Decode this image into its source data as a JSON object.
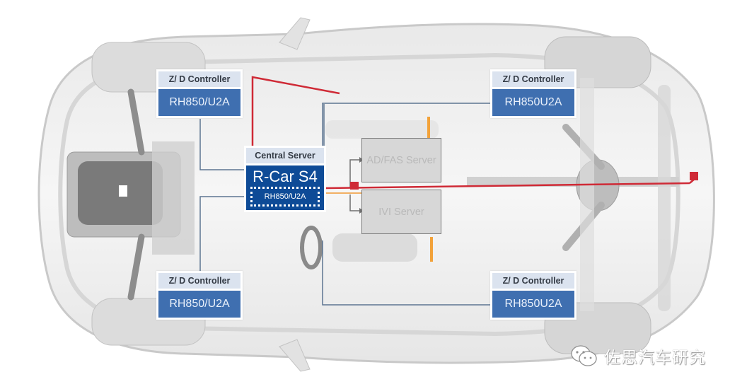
{
  "diagram": {
    "type": "vehicle E/E architecture overlay on transparent car top view",
    "colors": {
      "controller_header": "#dbe3ef",
      "controller_chip": "#3f6fb0",
      "central_soc": "#0e4b97",
      "server_fill": "#d7d7d7",
      "server_text": "#b9b9b9",
      "ethernet_red": "#cf2a36",
      "link_blue_gray": "#5d7591",
      "accent_orange": "#f2a23a"
    }
  },
  "central_server": {
    "header": "Central Server",
    "soc": "R-Car S4",
    "mcu": "RH850/U2A"
  },
  "controllers": [
    {
      "position": "front-left",
      "header": "Z/ D Controller",
      "chip": "RH850/U2A"
    },
    {
      "position": "rear-left",
      "header": "Z/ D Controller",
      "chip": "RH850U2A"
    },
    {
      "position": "front-right",
      "header": "Z/ D Controller",
      "chip": "RH850/U2A"
    },
    {
      "position": "rear-right",
      "header": "Z/ D Controller",
      "chip": "RH850U2A"
    }
  ],
  "servers": [
    {
      "name": "AD/FAS Server"
    },
    {
      "name": "IVI Server"
    }
  ],
  "watermark": {
    "icon": "wechat-icon",
    "text": "佐思汽车研究"
  }
}
